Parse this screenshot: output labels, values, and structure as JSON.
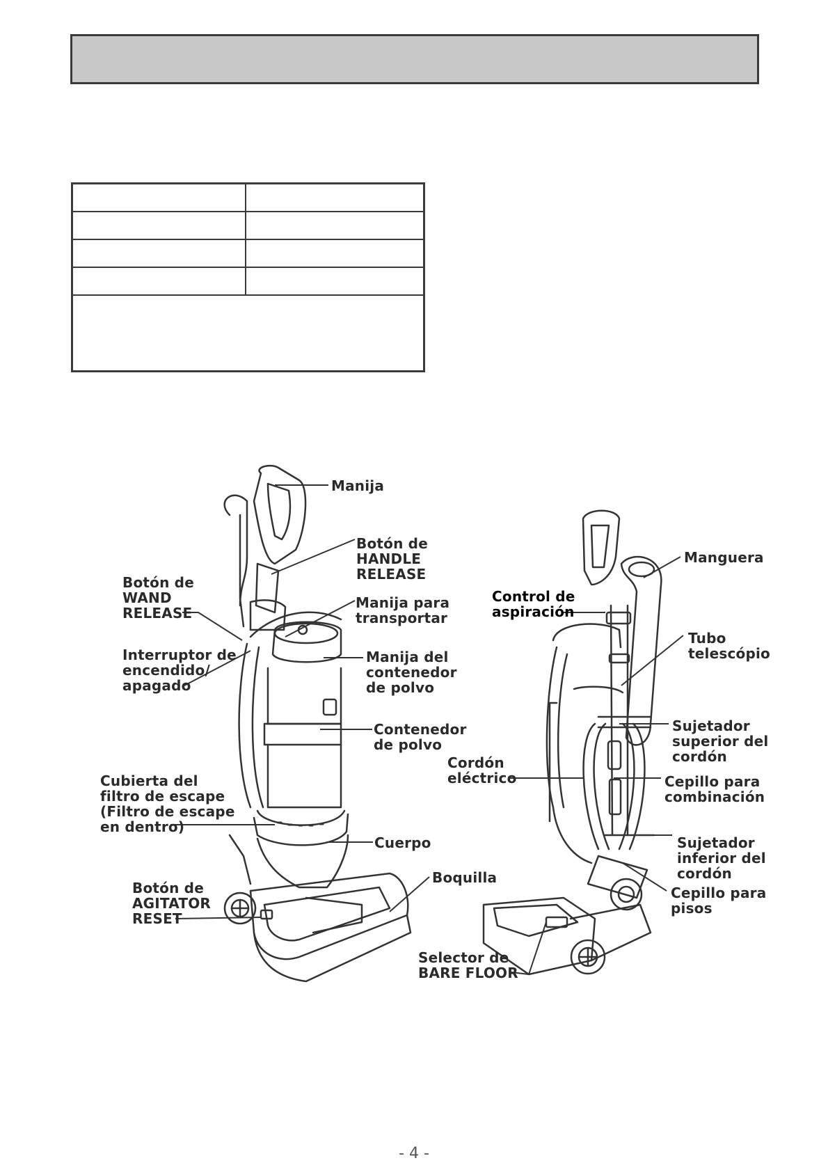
{
  "page": {
    "number": "- 4 -"
  },
  "labels": {
    "manija": "Manija",
    "boton_handle_release": "Botón de\nHANDLE\nRELEASE",
    "boton_wand_release": "Botón de\nWAND\nRELEASE",
    "manija_transportar": "Manija para\ntransportar",
    "interruptor": "Interruptor de\nencendido/\napagado",
    "manija_contenedor": "Manija del\ncontenedor\nde polvo",
    "contenedor_polvo": "Contenedor\nde polvo",
    "cubierta_filtro": "Cubierta del\nfiltro de escape\n(Filtro de escape\nen dentro)",
    "cuerpo": "Cuerpo",
    "boquilla": "Boquilla",
    "boton_agitator_reset": "Botón de\nAGITATOR\nRESET",
    "manguera": "Manguera",
    "control_aspiracion": "Control de\naspiración",
    "tubo_telescopio": "Tubo\ntelescópio",
    "sujetador_superior": "Sujetador\nsuperior del\ncordón",
    "cordon_electrico": "Cordón\neléctrico",
    "cepillo_combinacion": "Cepillo para\ncombinación",
    "sujetador_inferior": "Sujetador\ninferior del\ncordón",
    "cepillo_pisos": "Cepillo para\npisos",
    "selector_bare_floor": "Selector de\nBARE FLOOR"
  }
}
